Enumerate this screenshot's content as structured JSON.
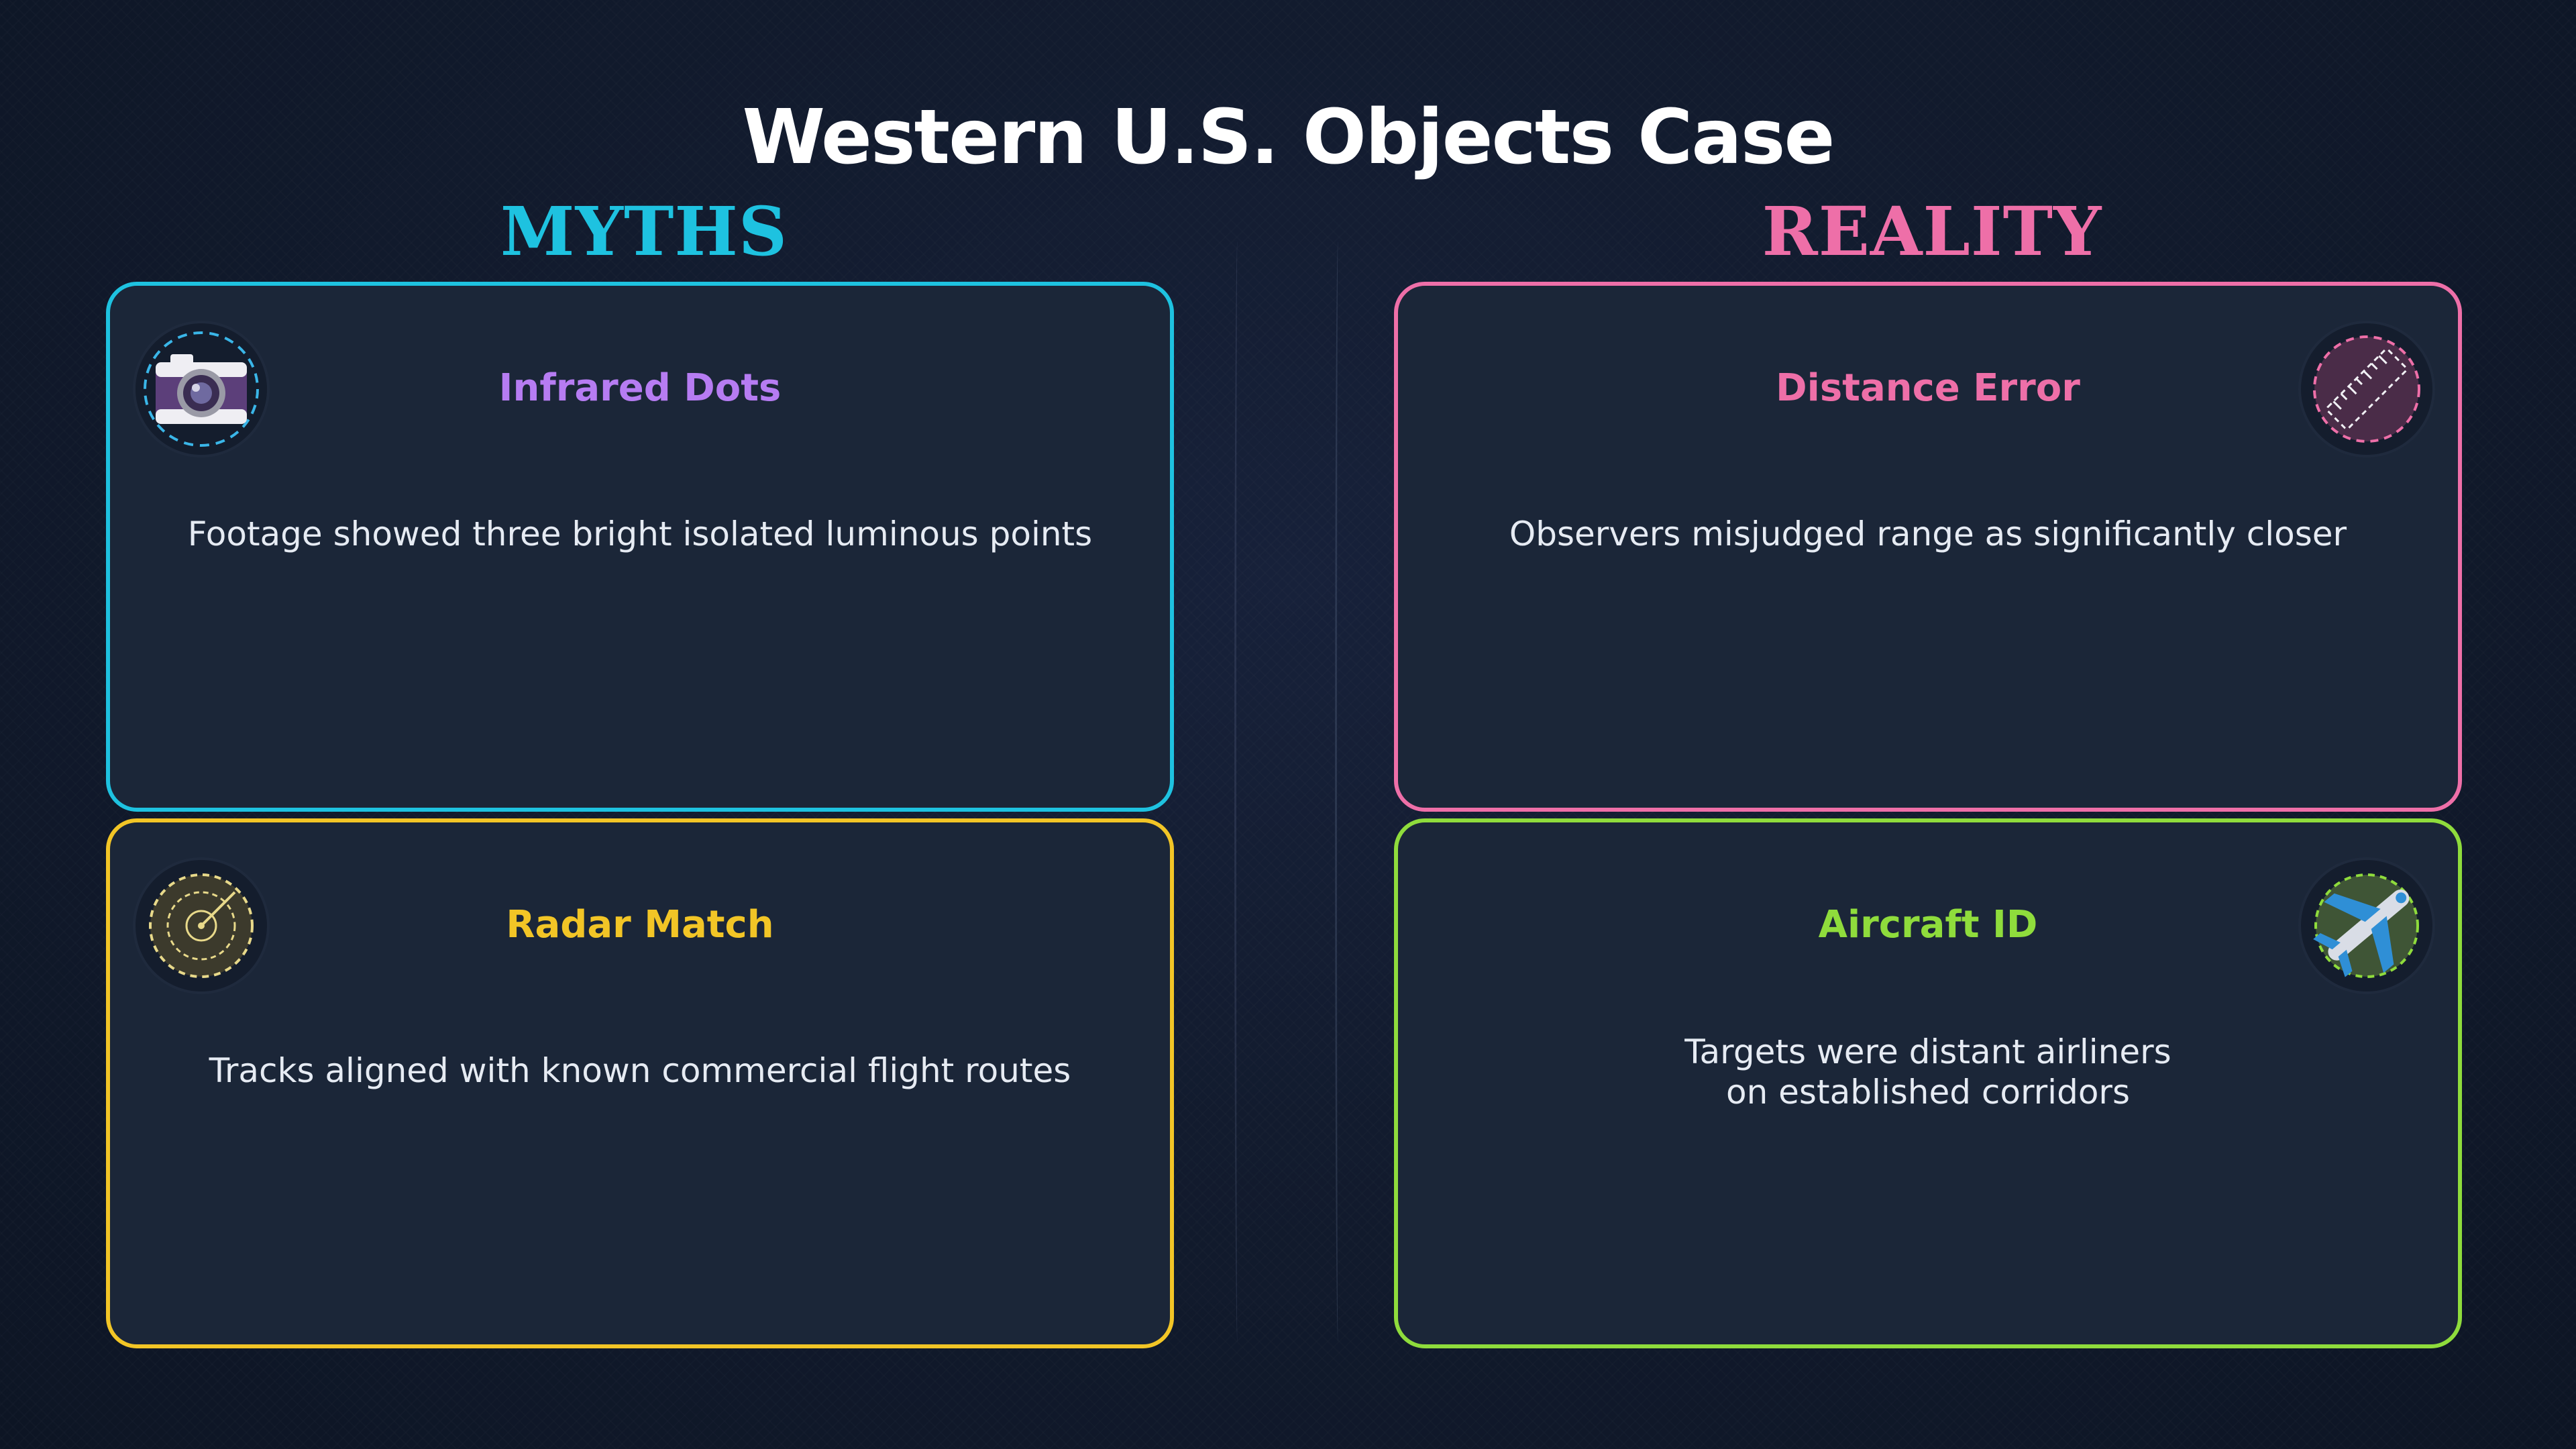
{
  "title": "Western U.S. Objects Case",
  "columns": {
    "myths": {
      "label": "MYTHS",
      "color": "#1ec2e0"
    },
    "reality": {
      "label": "REALITY",
      "color": "#ee6fa8"
    }
  },
  "cards": {
    "infrared_dots": {
      "title": "Infrared Dots",
      "title_color": "#b67cf2",
      "border_color": "#1ec2e0",
      "text": "Footage showed three bright isolated luminous points",
      "icon": "camera-icon"
    },
    "distance_error": {
      "title": "Distance Error",
      "title_color": "#ee6fa8",
      "border_color": "#ee6fa8",
      "text": "Observers misjudged range as significantly closer",
      "icon": "ruler-icon"
    },
    "radar_match": {
      "title": "Radar Match",
      "title_color": "#f2c526",
      "border_color": "#f2c526",
      "text": "Tracks aligned with known commercial flight routes",
      "icon": "radar-icon"
    },
    "aircraft_id": {
      "title": "Aircraft ID",
      "title_color": "#8fdc3c",
      "border_color": "#8fdc3c",
      "text": "Targets were distant airliners\non established corridors",
      "icon": "airplane-icon"
    }
  }
}
